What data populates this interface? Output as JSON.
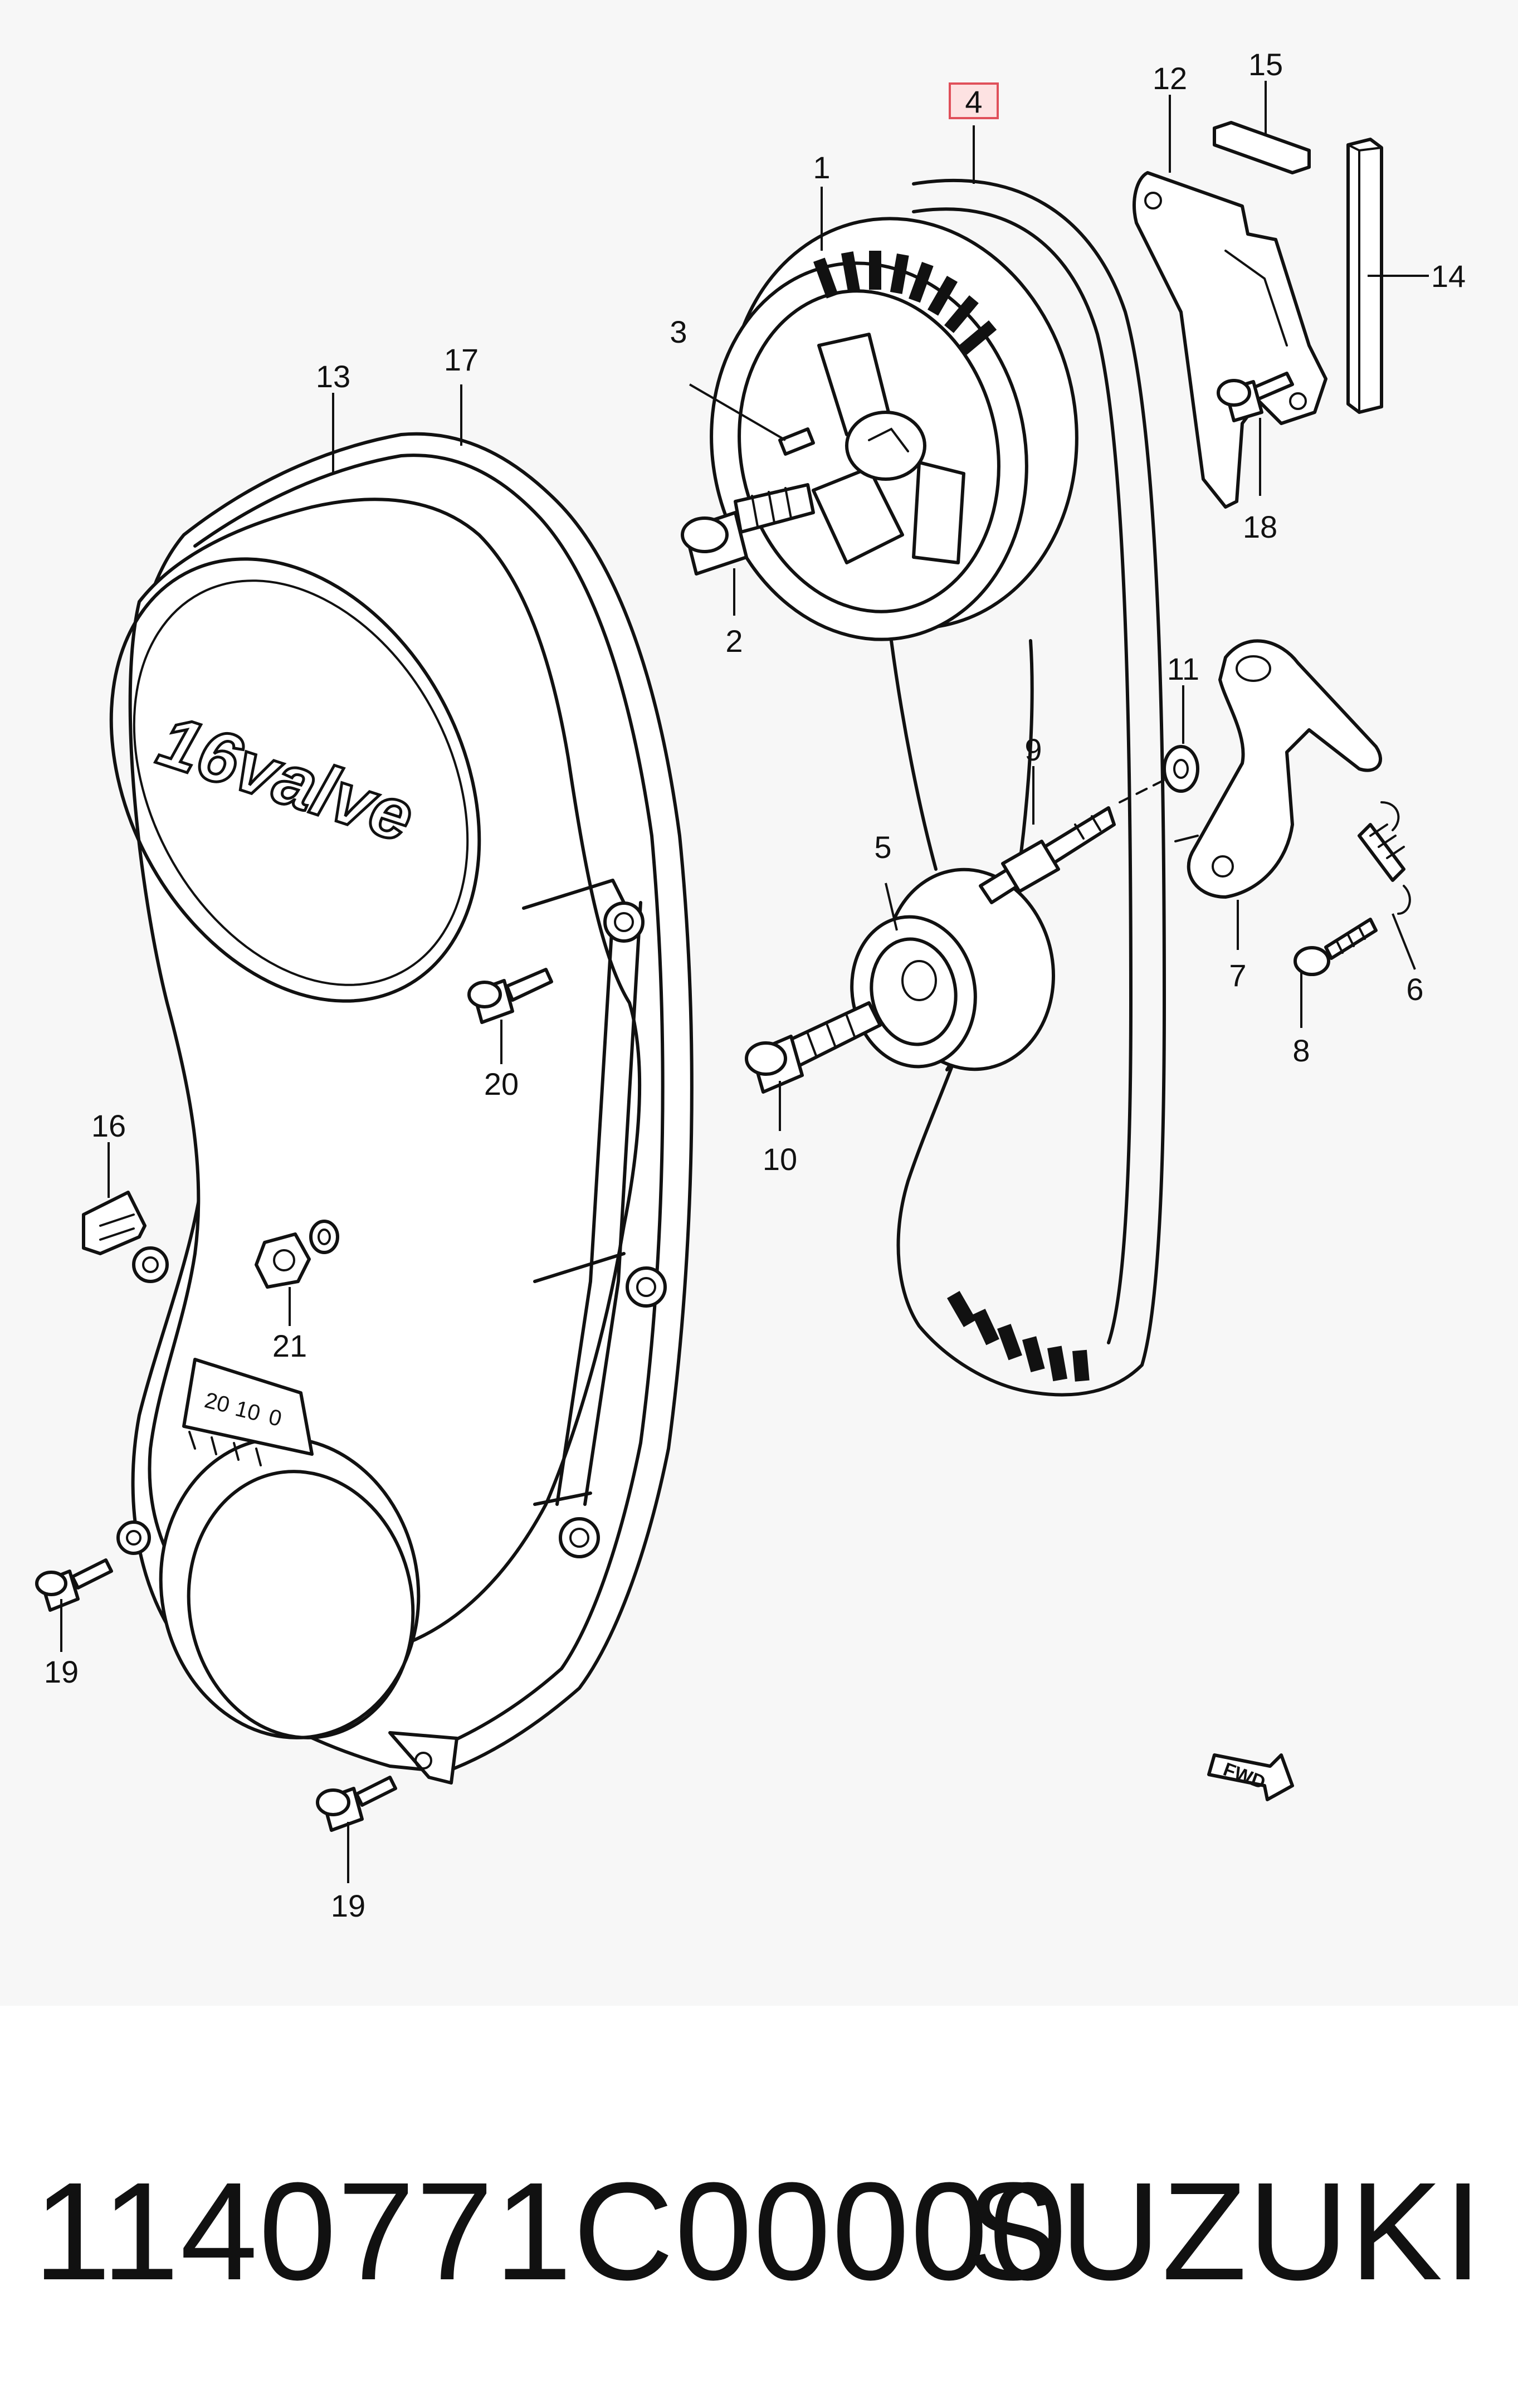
{
  "callouts": [
    {
      "id": "1",
      "label": "1"
    },
    {
      "id": "2",
      "label": "2"
    },
    {
      "id": "3",
      "label": "3"
    },
    {
      "id": "4",
      "label": "4",
      "highlighted": true
    },
    {
      "id": "5",
      "label": "5"
    },
    {
      "id": "6",
      "label": "6"
    },
    {
      "id": "7",
      "label": "7"
    },
    {
      "id": "8",
      "label": "8"
    },
    {
      "id": "9",
      "label": "9"
    },
    {
      "id": "10",
      "label": "10"
    },
    {
      "id": "11",
      "label": "11"
    },
    {
      "id": "12",
      "label": "12"
    },
    {
      "id": "13",
      "label": "13"
    },
    {
      "id": "14",
      "label": "14"
    },
    {
      "id": "15",
      "label": "15"
    },
    {
      "id": "16",
      "label": "16"
    },
    {
      "id": "17",
      "label": "17"
    },
    {
      "id": "18",
      "label": "18"
    },
    {
      "id": "19a",
      "label": "19"
    },
    {
      "id": "19b",
      "label": "19"
    },
    {
      "id": "20",
      "label": "20"
    },
    {
      "id": "21",
      "label": "21"
    }
  ],
  "cover_embossed_text": "16valve",
  "timing_marks": [
    "20",
    "10",
    "0"
  ],
  "fwd_arrow_text": "FWD",
  "footer": {
    "part_number": "1140771C00000",
    "brand": "SUZUKI"
  },
  "colors": {
    "highlight_border": "#e0505a",
    "highlight_fill": "#fde2e2",
    "line": "#111111",
    "panel_background": "#f7f7f7"
  }
}
